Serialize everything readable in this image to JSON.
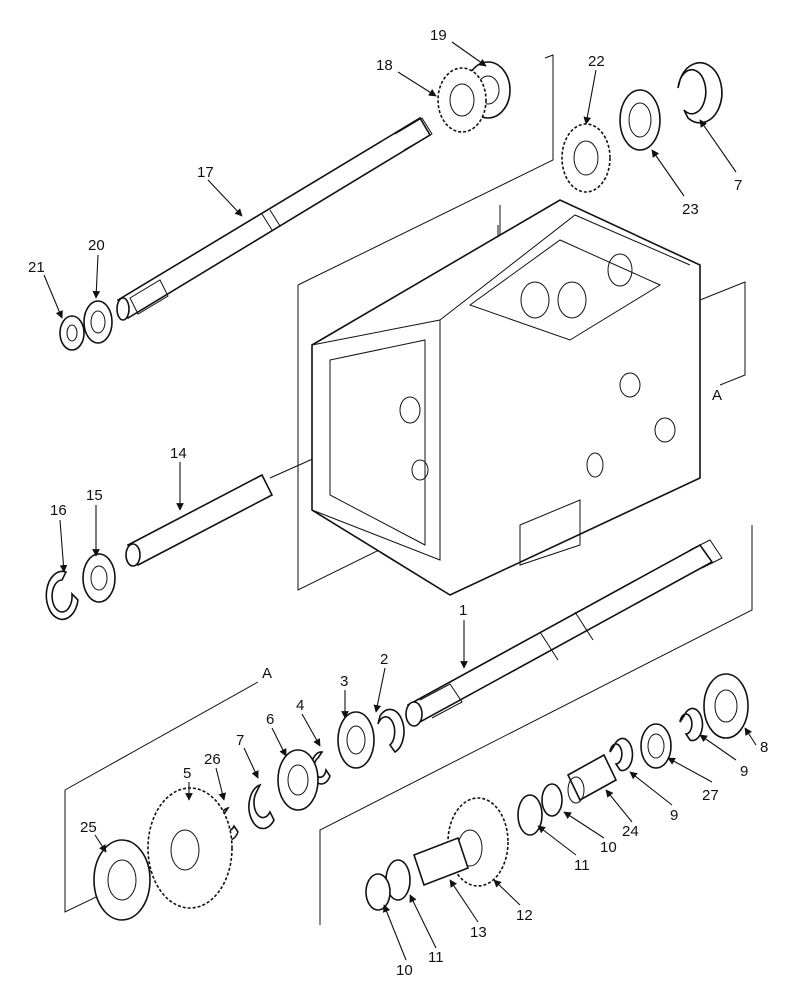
{
  "diagram": {
    "callouts": [
      "1",
      "2",
      "3",
      "4",
      "5",
      "6",
      "7",
      "7",
      "8",
      "9",
      "9",
      "10",
      "10",
      "11",
      "11",
      "12",
      "13",
      "14",
      "15",
      "16",
      "17",
      "18",
      "19",
      "20",
      "21",
      "22",
      "23",
      "24",
      "25",
      "26",
      "27"
    ],
    "section_marks": [
      "A",
      "A"
    ]
  }
}
